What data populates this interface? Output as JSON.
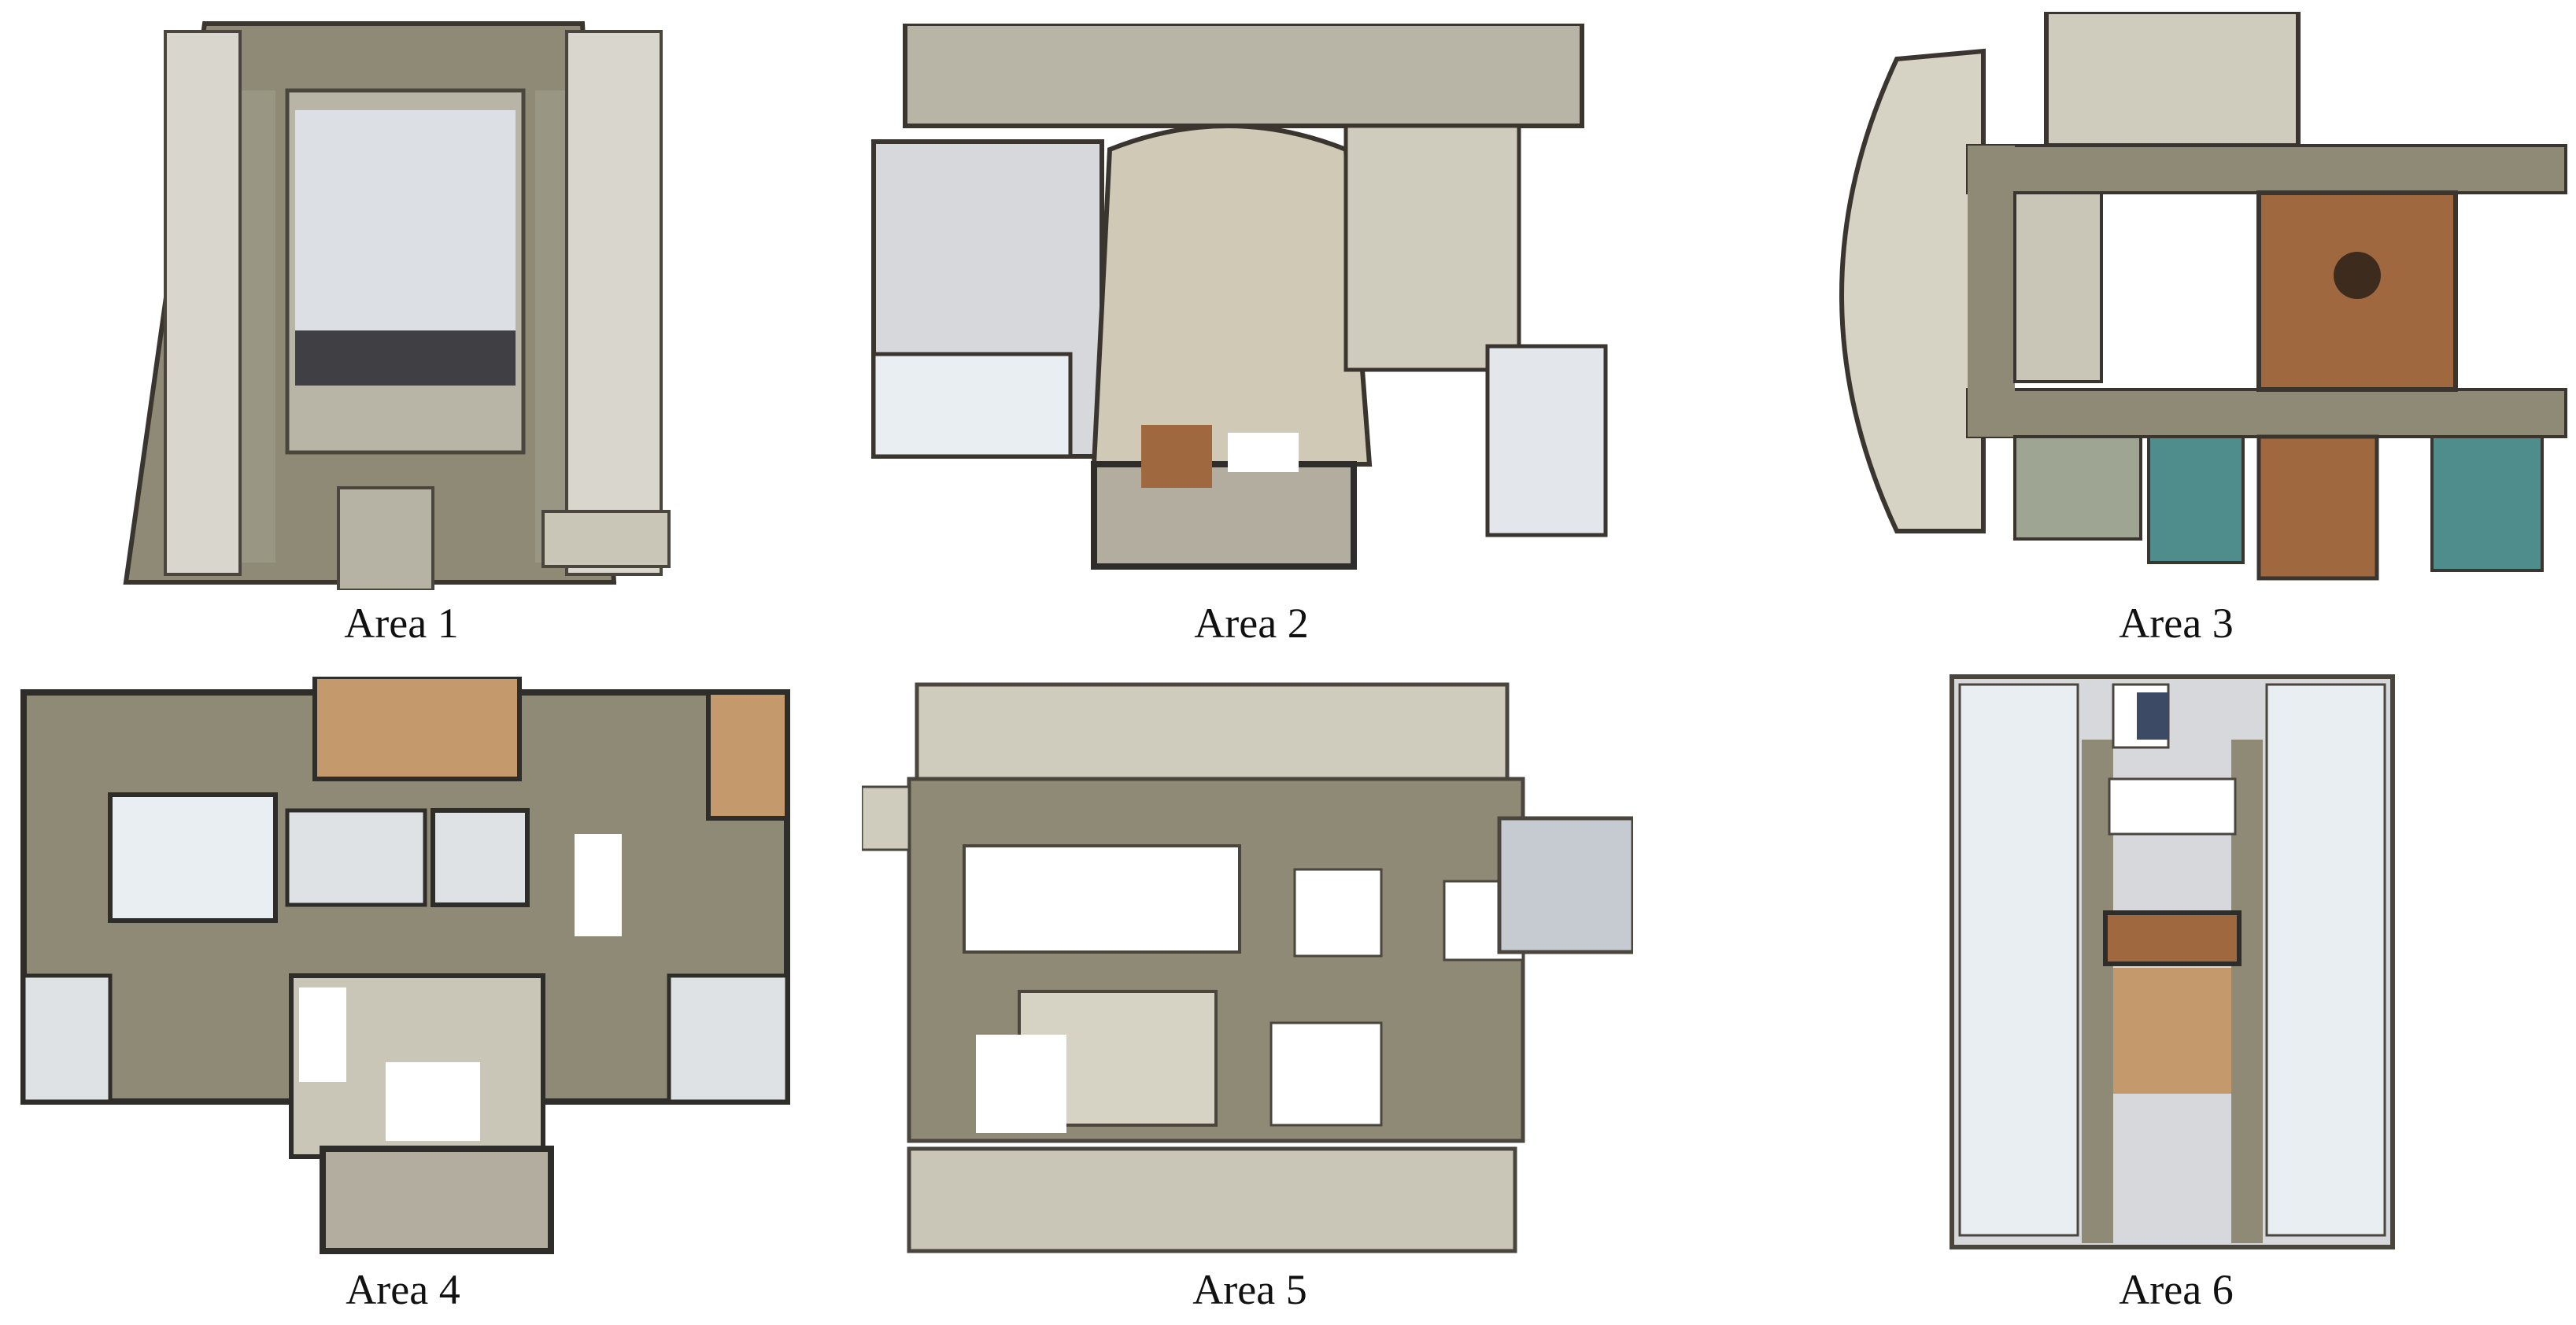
{
  "panels": [
    {
      "id": "area-1",
      "label": "Area 1"
    },
    {
      "id": "area-2",
      "label": "Area 2"
    },
    {
      "id": "area-3",
      "label": "Area 3"
    },
    {
      "id": "area-4",
      "label": "Area 4"
    },
    {
      "id": "area-5",
      "label": "Area 5"
    },
    {
      "id": "area-6",
      "label": "Area 6"
    }
  ],
  "colors": {
    "wall": "#6f6a5e",
    "wall_dark": "#2f2d29",
    "floor": "#c8c2b2",
    "corridor": "#8e8a76",
    "room": "#e9eef3",
    "desk": "#c49a6c",
    "chair": "#3c4a66",
    "wood": "#a0683f",
    "teal": "#4f8c8c"
  }
}
